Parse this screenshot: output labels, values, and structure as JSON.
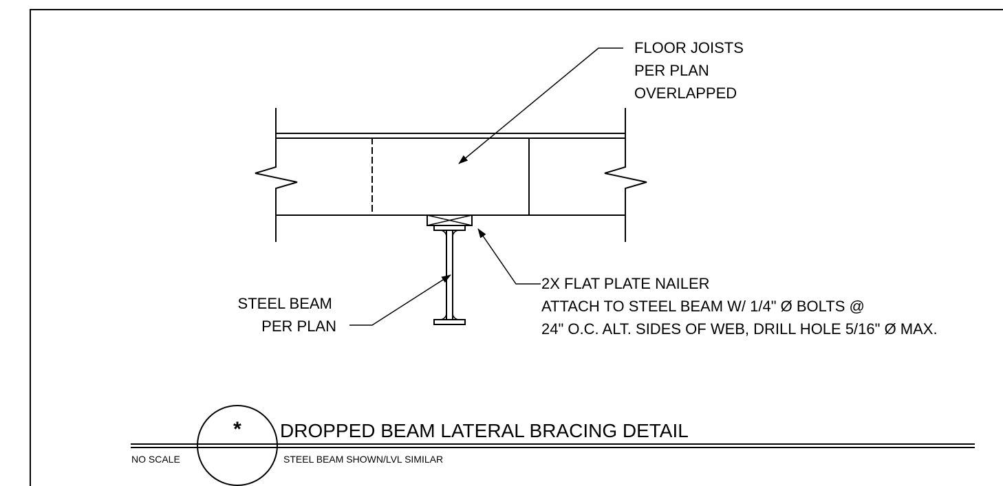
{
  "labels": {
    "floor_joists": [
      "FLOOR JOISTS",
      "PER PLAN",
      "OVERLAPPED"
    ],
    "steel_beam": [
      "STEEL BEAM",
      "PER PLAN"
    ],
    "nailer": [
      "2X FLAT PLATE NAILER",
      "ATTACH TO STEEL BEAM W/ 1/4\" Ø BOLTS @",
      "24\" O.C. ALT. SIDES OF WEB, DRILL HOLE 5/16\" Ø MAX."
    ]
  },
  "title_block": {
    "detail_mark": "*",
    "title": "DROPPED BEAM LATERAL BRACING DETAIL",
    "scale": "NO SCALE",
    "subtitle": "STEEL BEAM SHOWN/LVL SIMILAR"
  }
}
